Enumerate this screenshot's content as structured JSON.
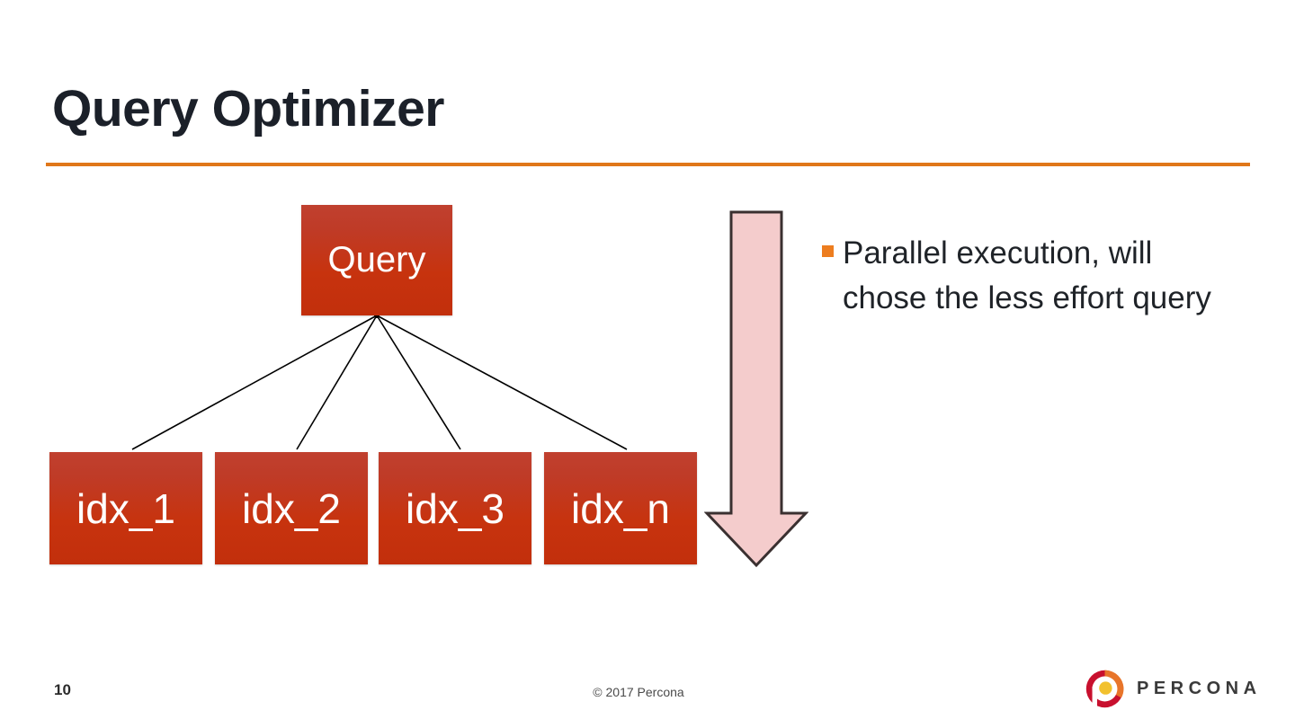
{
  "slide": {
    "title": "Query Optimizer",
    "accent_color": "#e0771a",
    "title_color": "#1b2029",
    "background": "#ffffff"
  },
  "diagram": {
    "root": {
      "label": "Query",
      "fill_top": "#c0402f",
      "fill_bottom": "#c22f0c",
      "text_color": "#ffffff"
    },
    "children": [
      {
        "label": "idx_1"
      },
      {
        "label": "idx_2"
      },
      {
        "label": "idx_3"
      },
      {
        "label": "idx_n"
      }
    ],
    "connector_color": "#000000"
  },
  "arrow": {
    "direction": "down",
    "fill": "#f4cccc",
    "stroke": "#3a3030"
  },
  "bullets": [
    {
      "marker_color": "#ed7d1f",
      "text": "Parallel execution, will chose the less effort query"
    }
  ],
  "footer": {
    "page_number": "10",
    "copyright": "© 2017 Percona",
    "logo_word": "PERCONA",
    "logo_red": "#c8102e",
    "logo_orange": "#e8752a",
    "logo_yellow": "#f2c12e"
  }
}
